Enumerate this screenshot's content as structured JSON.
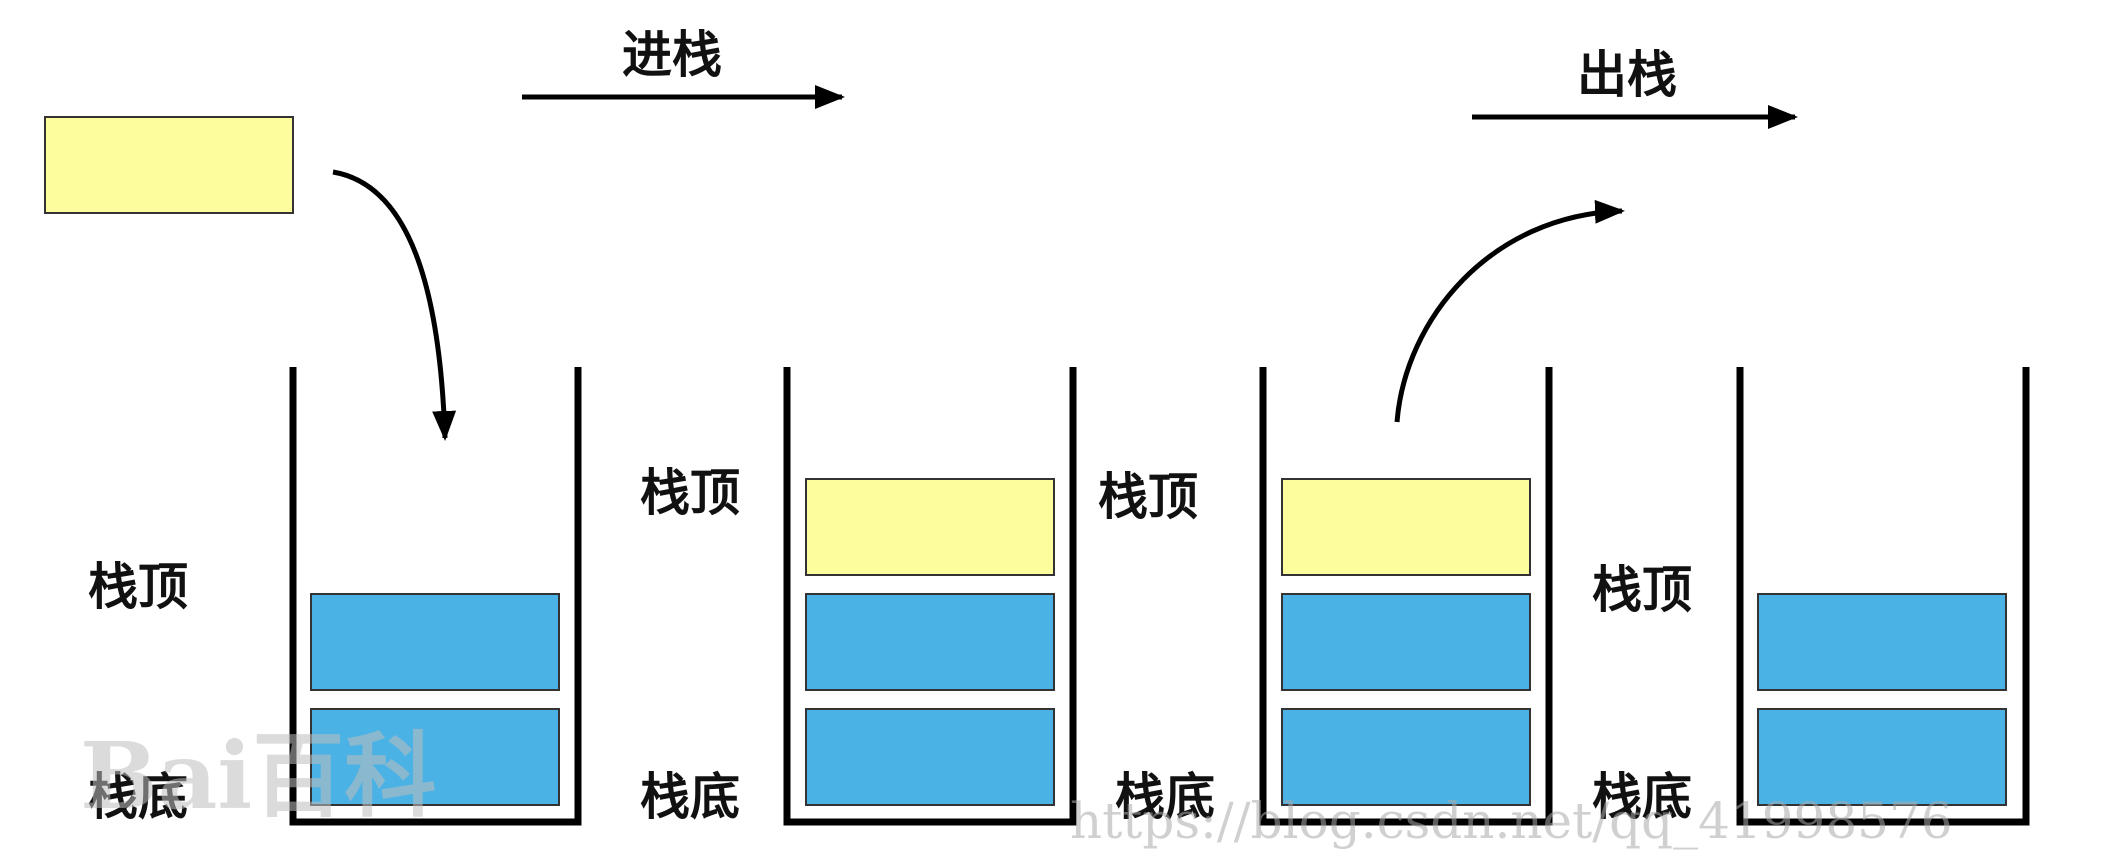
{
  "labels": {
    "push": "进栈",
    "pop": "出栈",
    "top": "栈顶",
    "bottom": "栈底"
  },
  "colors": {
    "new_element": "#fdfd9d",
    "stack_element": "#4bb2e5",
    "line": "#000000"
  },
  "watermark": {
    "left_text": "Bai百科",
    "right_text": "https://blog.csdn.net/qq_41998576"
  }
}
